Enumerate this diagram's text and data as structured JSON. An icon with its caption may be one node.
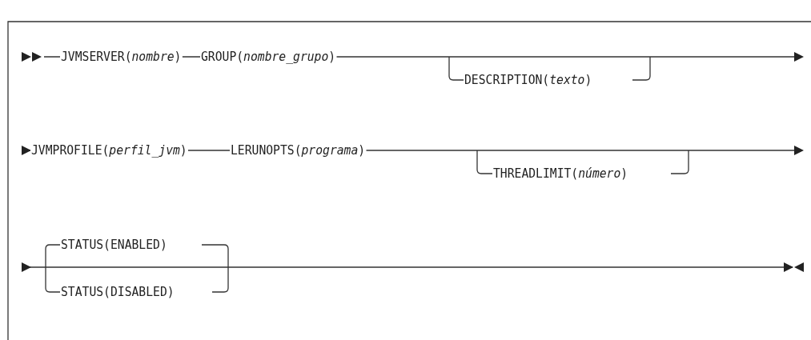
{
  "diagram": {
    "labels": [
      "JVMSERVER(*nombre*)",
      "GROUP(*nombre_grupo*)",
      "DESCRIPTION(*texto*)",
      "JVMPROFILE(*perfil_jvm*)",
      "LERUNOPTS(*programa*)",
      "THREADLIMIT(*número*)",
      "STATUS(ENABLED)",
      "STATUS(DISABLED)"
    ]
  }
}
